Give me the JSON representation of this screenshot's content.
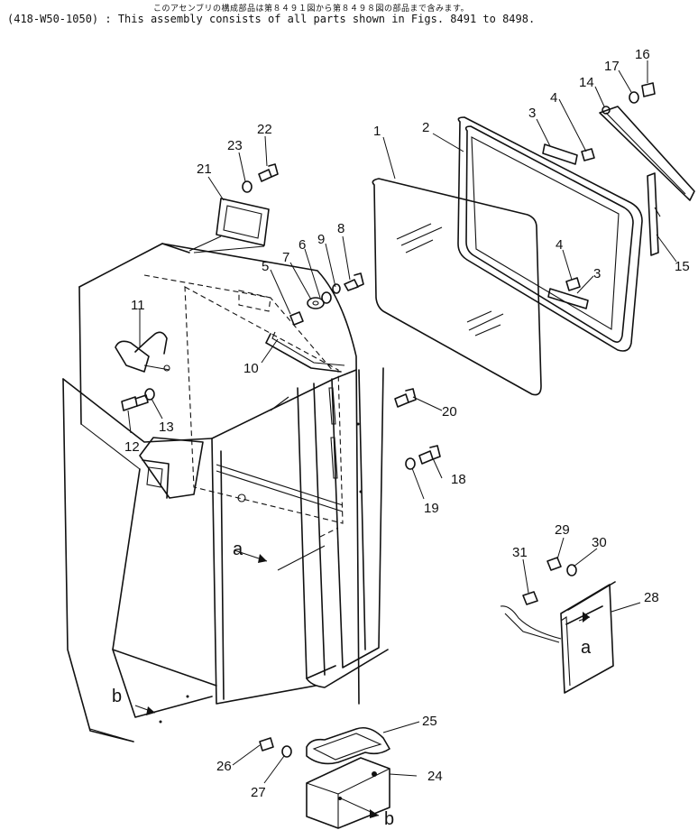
{
  "header": {
    "jp_note": "このアセンブリの構成部品は第８４９１図から第８４９８図の部品まで含みます。",
    "en_note": "(418-W50-1050) : This assembly consists of all parts shown in Figs. 8491 to 8498."
  },
  "callouts": {
    "c1": "1",
    "c2": "2",
    "c3a": "3",
    "c3b": "3",
    "c4a": "4",
    "c4b": "4",
    "c5": "5",
    "c6": "6",
    "c7": "7",
    "c8": "8",
    "c9": "9",
    "c10": "10",
    "c11": "11",
    "c12": "12",
    "c13": "13",
    "c14": "14",
    "c15": "15",
    "c16": "16",
    "c17": "17",
    "c18": "18",
    "c19": "19",
    "c20": "20",
    "c21": "21",
    "c22": "22",
    "c23": "23",
    "c24": "24",
    "c25": "25",
    "c26": "26",
    "c27": "27",
    "c28": "28",
    "c29": "29",
    "c30": "30",
    "c31": "31"
  },
  "references": {
    "a_cab": "a",
    "a_bracket": "a",
    "b_cab": "b",
    "b_box": "b"
  }
}
